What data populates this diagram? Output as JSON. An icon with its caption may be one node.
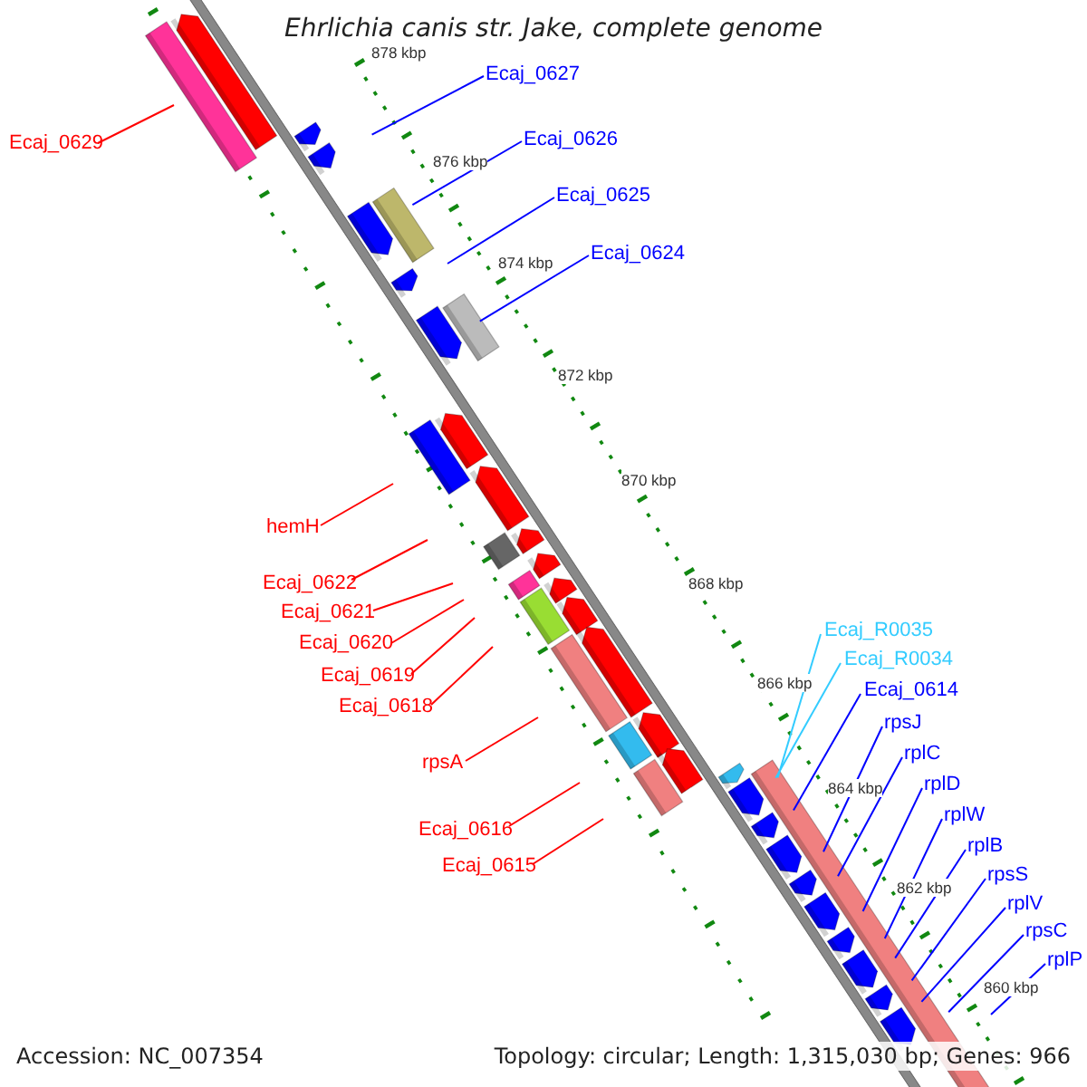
{
  "diagram": {
    "title": "Ehrlichia canis str. Jake, complete genome",
    "nodes": [
      {
        "text": [
          "Ecaj_0629"
        ]
      },
      {
        "text": [
          "Ecaj_0627"
        ]
      },
      {
        "text": [
          "Ecaj_0626"
        ]
      },
      {
        "text": [
          "Ecaj_0625"
        ]
      },
      {
        "text": [
          "Ecaj_0624"
        ]
      },
      {
        "text": [
          "hemH"
        ]
      },
      {
        "text": [
          "Ecaj_0622"
        ]
      },
      {
        "text": [
          "Ecaj_0621"
        ]
      },
      {
        "text": [
          "Ecaj_0620"
        ]
      },
      {
        "text": [
          "Ecaj_0619"
        ]
      },
      {
        "text": [
          "Ecaj_0618"
        ]
      },
      {
        "text": [
          "rpsA"
        ]
      },
      {
        "text": [
          "Ecaj_0616"
        ]
      },
      {
        "text": [
          "Ecaj_0615"
        ]
      },
      {
        "text": [
          "Ecaj_R0035"
        ]
      },
      {
        "text": [
          "Ecaj_R0034"
        ]
      },
      {
        "text": [
          "Ecaj_0614"
        ]
      },
      {
        "text": [
          "rpsJ"
        ]
      },
      {
        "text": [
          "rplC"
        ]
      },
      {
        "text": [
          "rplD"
        ]
      },
      {
        "text": [
          "rplW"
        ]
      },
      {
        "text": [
          "rplB"
        ]
      },
      {
        "text": [
          "rpsS"
        ]
      },
      {
        "text": [
          "rplV"
        ]
      },
      {
        "text": [
          "rpsC"
        ]
      },
      {
        "text": [
          "rplP"
        ]
      }
    ],
    "edges": [
      {
        "from": 0,
        "to": null,
        "arrow": "none",
        "color": "#ff0000"
      },
      {
        "from": 1,
        "to": null,
        "arrow": "none"
      },
      {
        "from": 2,
        "to": null,
        "arrow": "none"
      },
      {
        "from": 3,
        "to": null,
        "arrow": "none"
      },
      {
        "from": 4,
        "to": null,
        "arrow": "none"
      },
      {
        "from": 5,
        "to": null,
        "arrow": "none",
        "color": "#ff0000"
      },
      {
        "from": 6,
        "to": null,
        "arrow": "none",
        "color": "#ff0000"
      },
      {
        "from": 7,
        "to": null,
        "arrow": "none",
        "color": "#ff0000"
      },
      {
        "from": 8,
        "to": null,
        "arrow": "none",
        "color": "#ff0000"
      },
      {
        "from": 9,
        "to": null,
        "arrow": "none",
        "color": "#ff0000"
      },
      {
        "from": 10,
        "to": null,
        "arrow": "none",
        "color": "#ff0000"
      },
      {
        "from": 11,
        "to": null,
        "arrow": "none",
        "color": "#ff0000"
      },
      {
        "from": 12,
        "to": null,
        "arrow": "none",
        "color": "#ff0000"
      },
      {
        "from": 13,
        "to": null,
        "arrow": "none",
        "color": "#ff0000"
      },
      {
        "from": 14,
        "to": null,
        "arrow": "none",
        "color": "#33ccff"
      },
      {
        "from": 15,
        "to": null,
        "arrow": "none",
        "color": "#33ccff"
      },
      {
        "from": 16,
        "to": null,
        "arrow": "none"
      },
      {
        "from": 17,
        "to": null,
        "arrow": "none"
      },
      {
        "from": 18,
        "to": null,
        "arrow": "none"
      },
      {
        "from": 19,
        "to": null,
        "arrow": "none"
      },
      {
        "from": 20,
        "to": null,
        "arrow": "none"
      },
      {
        "from": 21,
        "to": null,
        "arrow": "none"
      },
      {
        "from": 22,
        "to": null,
        "arrow": "none"
      },
      {
        "from": 23,
        "to": null,
        "arrow": "none"
      },
      {
        "from": 24,
        "to": null,
        "arrow": "none"
      },
      {
        "from": 25,
        "to": null,
        "arrow": "none"
      }
    ],
    "labels": [
      "878 kbp",
      "876 kbp",
      "874 kbp",
      "872 kbp",
      "870 kbp",
      "868 kbp",
      "866 kbp",
      "864 kbp",
      "862 kbp",
      "860 kbp",
      "Accession: NC_007354",
      "Topology: circular; Length: 1,315,030 bp; Genes: 966"
    ]
  }
}
